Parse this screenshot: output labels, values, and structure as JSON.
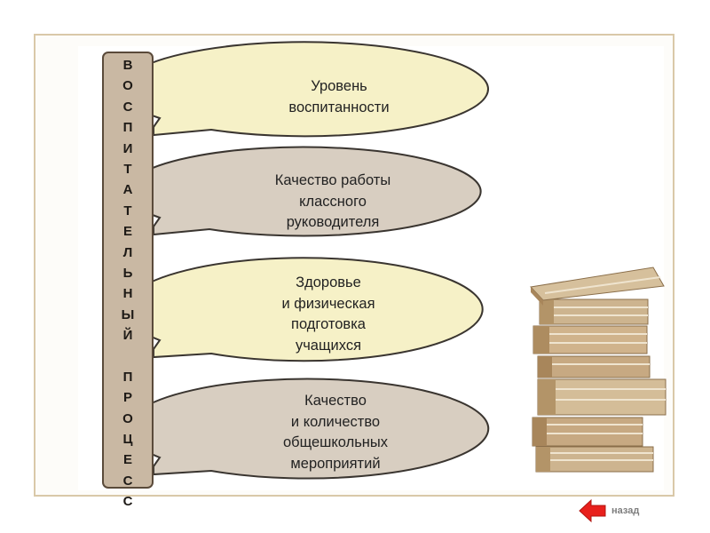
{
  "vertical_label": {
    "letters": [
      "В",
      "О",
      "С",
      "П",
      "И",
      "Т",
      "А",
      "Т",
      "Е",
      "Л",
      "Ь",
      "Н",
      "Ы",
      "Й",
      " ",
      "П",
      "Р",
      "О",
      "Ц",
      "Е",
      "С",
      "С"
    ]
  },
  "bubbles": [
    {
      "lines": [
        "Уровень",
        "воспитанности"
      ],
      "color": "#f6f1c7"
    },
    {
      "lines": [
        "Качество работы",
        "классного",
        "руководителя"
      ],
      "color": "#d8cec1"
    },
    {
      "lines": [
        "Здоровье",
        "и физическая",
        "подготовка",
        "учащихся"
      ],
      "color": "#f6f1c7"
    },
    {
      "lines": [
        "Качество",
        "и количество",
        "общешкольных",
        "мероприятий"
      ],
      "color": "#d8cec1"
    }
  ],
  "colors": {
    "bar_fill": "#c9b8a3",
    "bar_border": "#5a4a3a",
    "bubble_border": "#3a3530",
    "back_arrow": "#e8201c"
  },
  "nav": {
    "back_label": "назад",
    "back_icon": "arrow-left-icon"
  },
  "illustration": {
    "icon": "book-stack-icon"
  }
}
